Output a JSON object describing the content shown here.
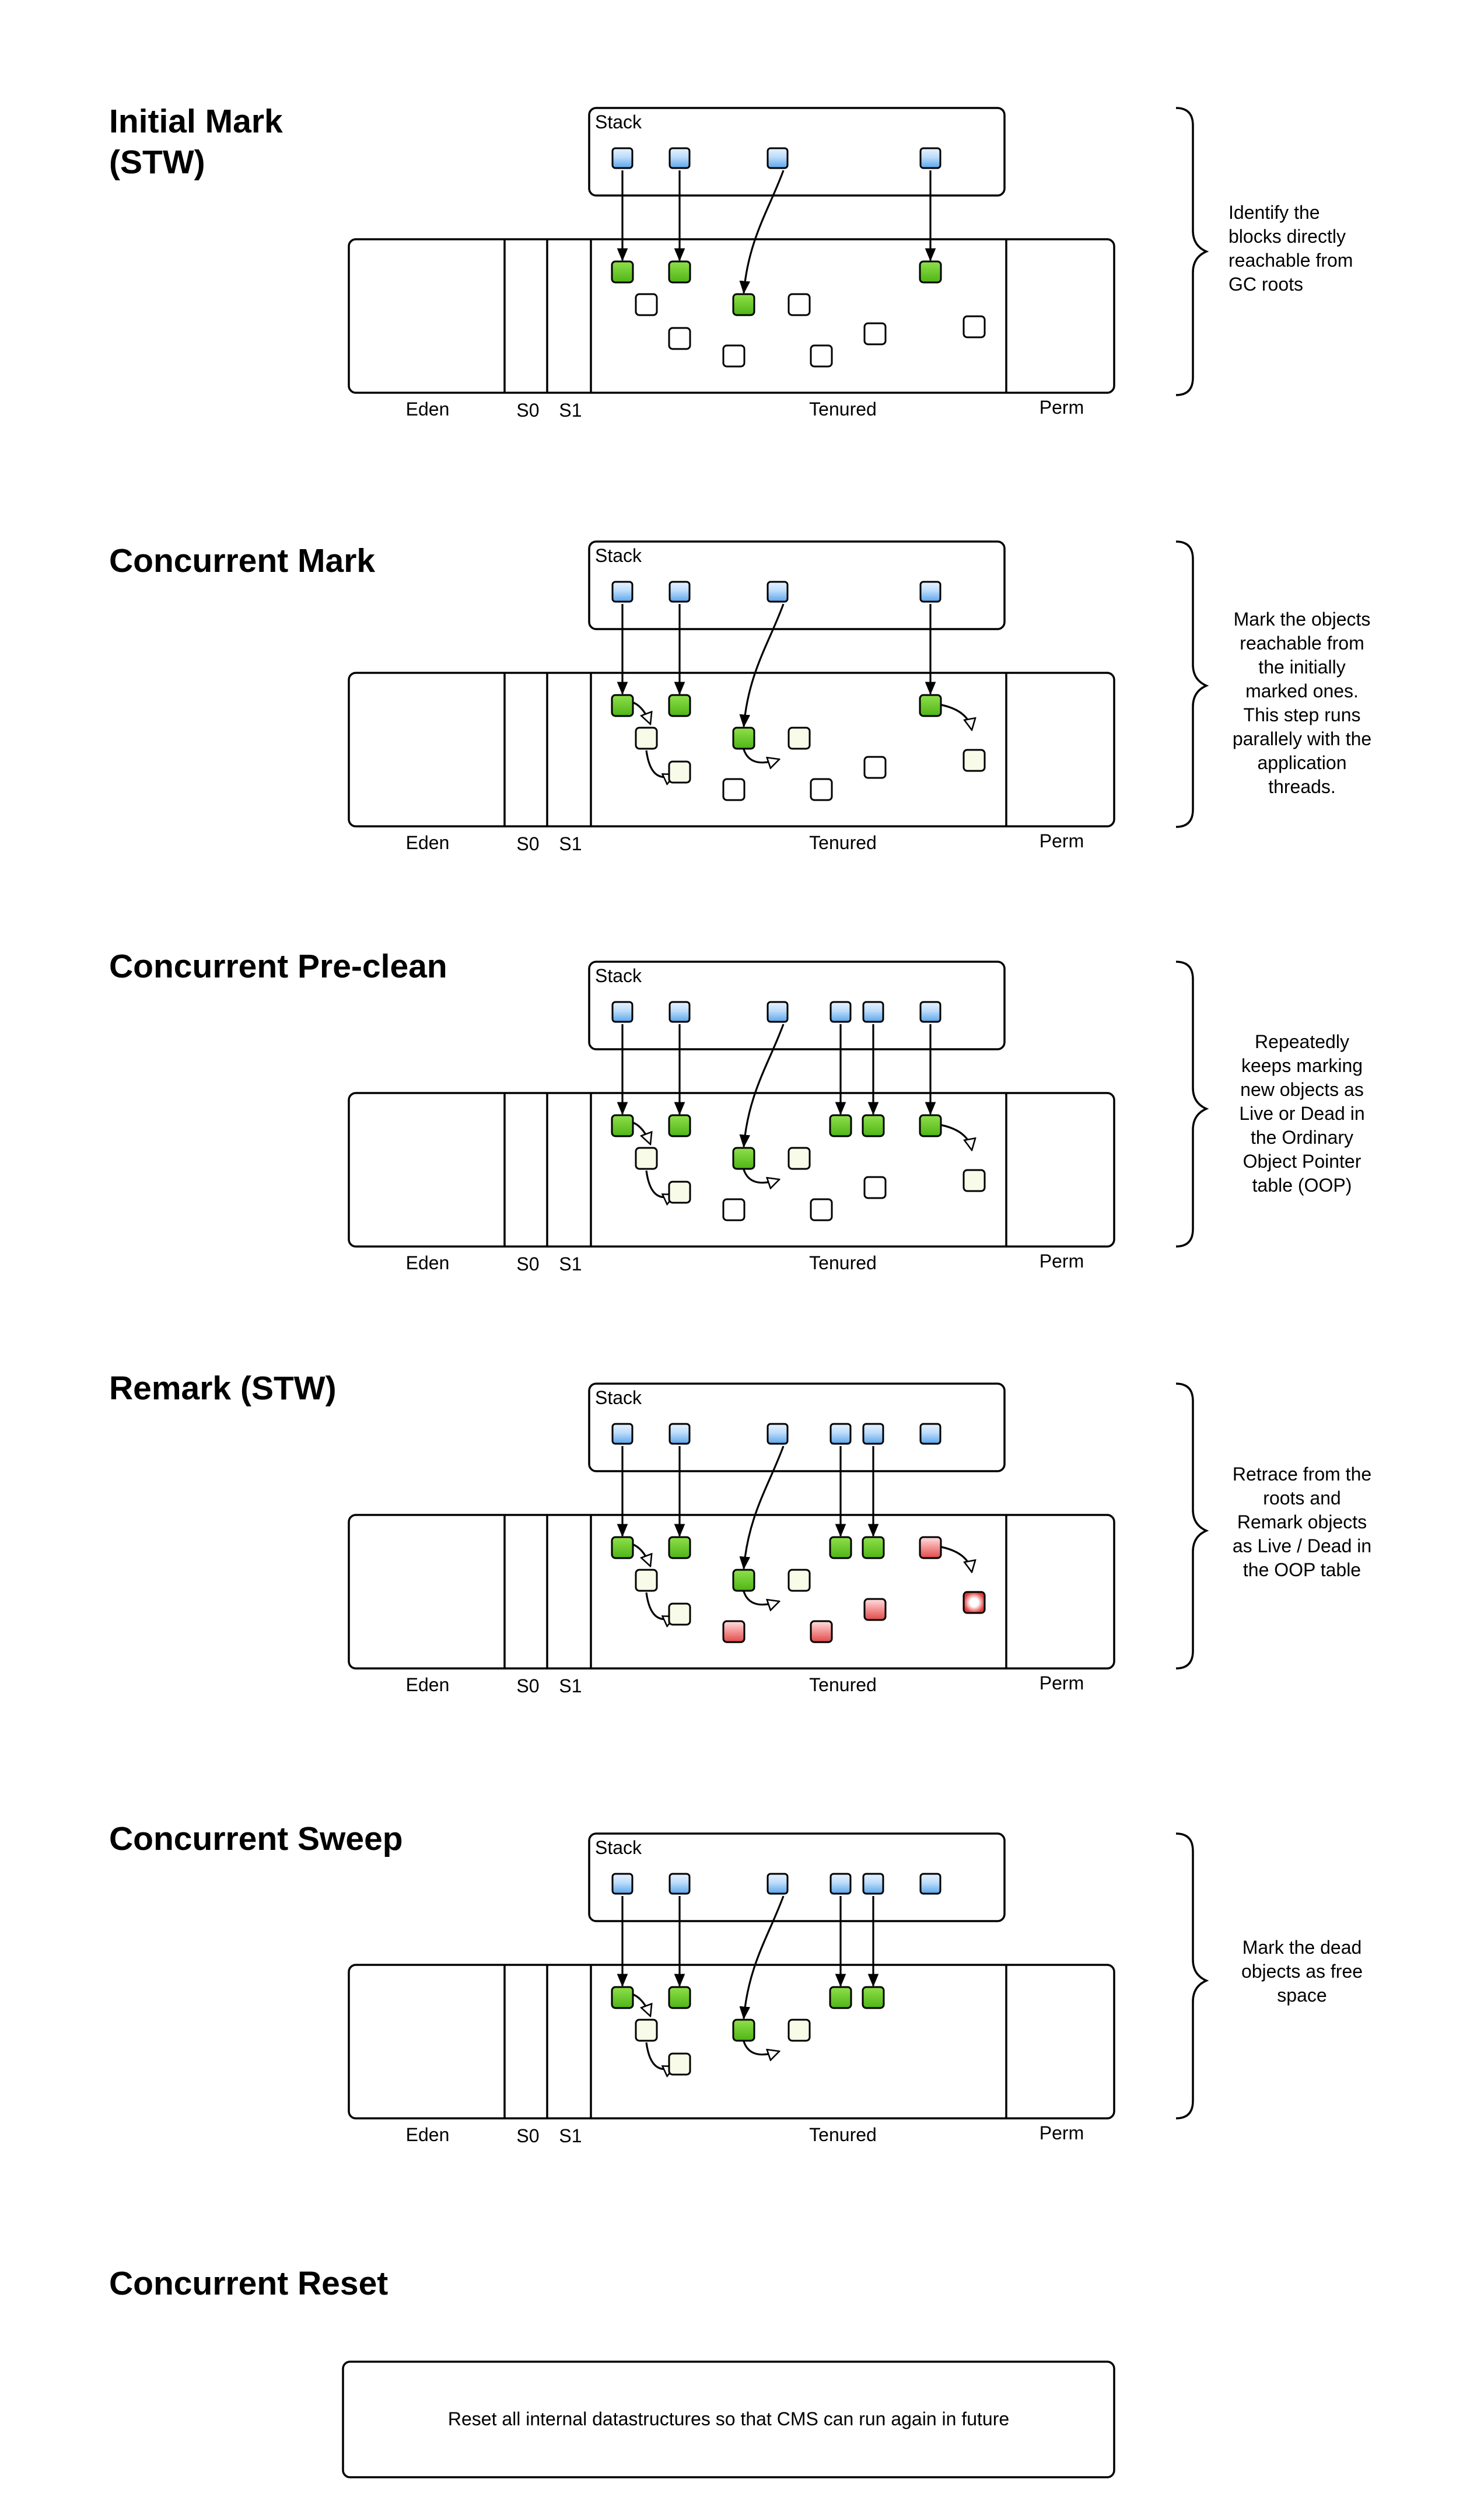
{
  "regions": {
    "eden": "Eden",
    "s0": "S0",
    "s1": "S1",
    "tenured": "Tenured",
    "perm": "Perm",
    "stack": "Stack"
  },
  "colors": {
    "root": "#7fb8ee",
    "live": "#6dd02a",
    "unmarked": "#ffffff",
    "marked_pending": "#f7fbe8",
    "dead": "#f06868"
  },
  "legend_states": [
    "root",
    "live",
    "unmarked",
    "marked_pending",
    "dead",
    "dead_highlight"
  ],
  "phases": [
    {
      "title_lines": [
        "Initial Mark",
        "(STW)"
      ],
      "description_lines": [
        "Identify the",
        "blocks directly",
        "reachable from",
        "GC roots"
      ],
      "roots": 4,
      "live_objects": 4,
      "unmarked_objects": 7,
      "marked_pending_objects": 0,
      "dead_objects": 0
    },
    {
      "title_lines": [
        "Concurrent Mark"
      ],
      "description_lines": [
        "Mark the objects",
        "reachable from",
        "the initially",
        "marked ones.",
        "This step runs",
        "parallely with the",
        "application",
        "threads."
      ],
      "roots": 4,
      "live_objects": 4,
      "unmarked_objects": 3,
      "marked_pending_objects": 4,
      "dead_objects": 0
    },
    {
      "title_lines": [
        "Concurrent Pre-clean"
      ],
      "description_lines": [
        "Repeatedly",
        "keeps marking",
        "new objects as",
        "Live or Dead in",
        "the Ordinary",
        "Object Pointer",
        "table (OOP)"
      ],
      "roots": 6,
      "live_objects": 6,
      "unmarked_objects": 3,
      "marked_pending_objects": 4,
      "dead_objects": 0
    },
    {
      "title_lines": [
        "Remark (STW)"
      ],
      "description_lines": [
        "Retrace from the",
        "roots and",
        "Remark objects",
        "as Live / Dead in",
        "the OOP table"
      ],
      "roots": 6,
      "live_objects": 5,
      "unmarked_objects": 0,
      "marked_pending_objects": 3,
      "dead_objects": 5
    },
    {
      "title_lines": [
        "Concurrent Sweep"
      ],
      "description_lines": [
        "Mark the dead",
        "objects as free",
        "space"
      ],
      "roots": 6,
      "live_objects": 5,
      "unmarked_objects": 0,
      "marked_pending_objects": 3,
      "dead_objects": 0
    }
  ],
  "reset": {
    "title": "Concurrent Reset",
    "text": "Reset all internal datastructures so that CMS can run again in future"
  }
}
